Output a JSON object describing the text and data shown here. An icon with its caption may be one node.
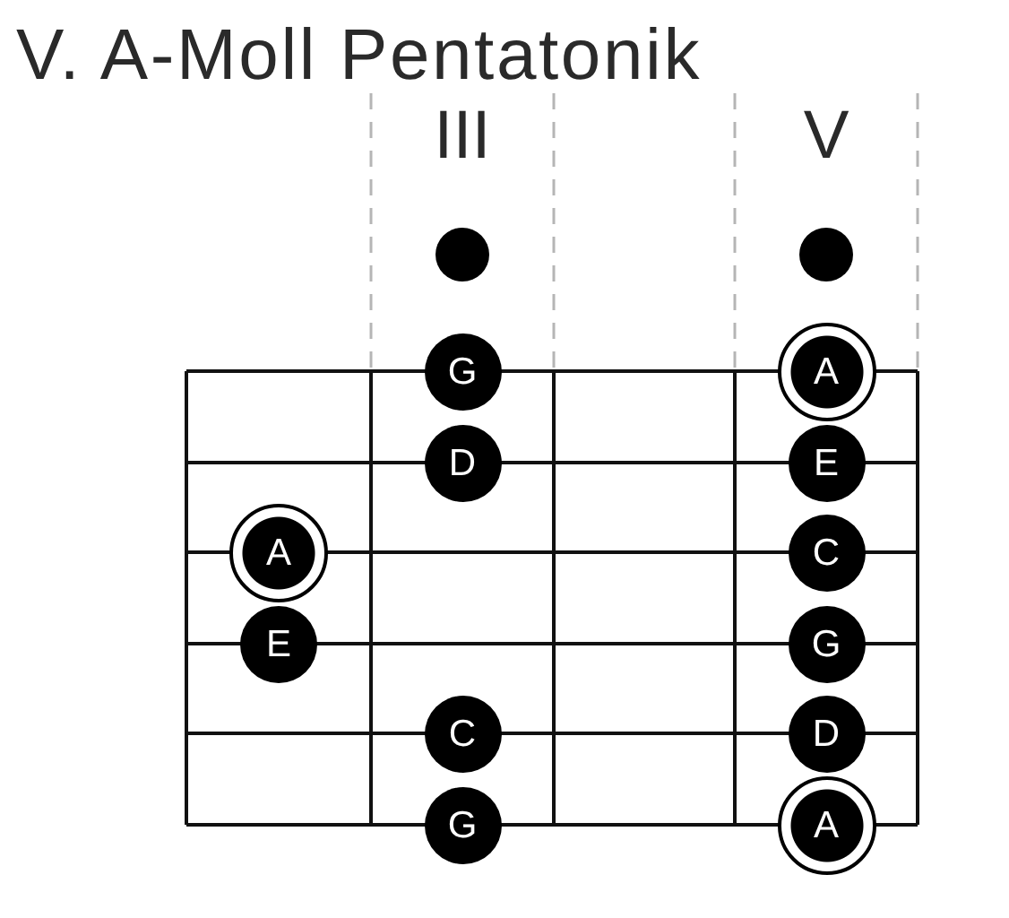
{
  "diagram": {
    "title": "V. A-Moll Pentatonik",
    "nodes": [
      {
        "text": [
          "G"
        ]
      },
      {
        "text": [
          "A"
        ]
      },
      {
        "text": [
          "D"
        ]
      },
      {
        "text": [
          "E"
        ]
      },
      {
        "text": [
          "A"
        ]
      },
      {
        "text": [
          "C"
        ]
      },
      {
        "text": [
          "E"
        ]
      },
      {
        "text": [
          "G"
        ]
      },
      {
        "text": [
          "C"
        ]
      },
      {
        "text": [
          "D"
        ]
      },
      {
        "text": [
          "G"
        ]
      },
      {
        "text": [
          "A"
        ]
      }
    ],
    "labels": [
      "III",
      "V"
    ]
  }
}
